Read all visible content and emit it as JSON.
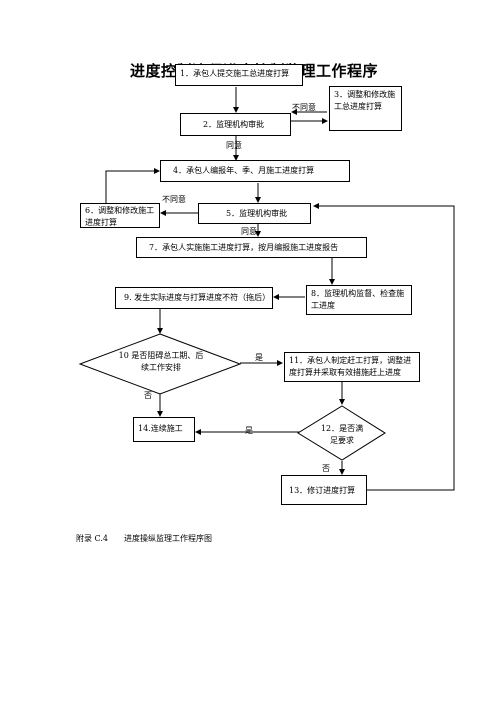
{
  "title": "进度控制流程进度控制监理工作程序",
  "steps": {
    "s1": "1．承包人提交施工总进度打算",
    "s2": "2．监理机构审批",
    "s3": "3．调整和修改施工总进度打算",
    "s4": "4．承包人编报年、季、月施工进度打算",
    "s5": "5．监理机构审批",
    "s6": "6．调整和修改施工进度打算",
    "s7": "7．承包人实施施工进度打算，按月编报施工进度报告",
    "s8": "8．监理机构监督、检查施工进度",
    "s9": "9. 发生实际进度与打算进度不符（拖后）",
    "s10": "10 是否阻碍总工期、后续工作安排",
    "s11": "11．承包人制定赶工打算，调整进度打算并采取有效措施赶上进度",
    "s12": "12．是否满足要求",
    "s13": "13．修订进度打算",
    "s14": "14.连续施工"
  },
  "labels": {
    "disagree1": "不同意",
    "agree1": "同意",
    "disagree2": "不同意",
    "agree2": "同意",
    "yes1": "是",
    "no1": "否",
    "yes2": "是",
    "no2": "否"
  },
  "caption": "附录 C.4　　进度操纵监理工作程序图"
}
